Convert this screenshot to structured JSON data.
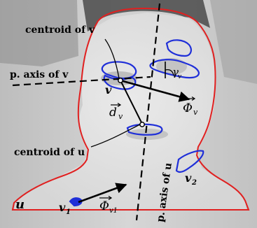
{
  "labels": {
    "centroid_v": "centroid of v",
    "centroid_u": "centroid of u",
    "p_axis_v": "p. axis of v",
    "p_axis_u": "p. axis of u",
    "u": "u",
    "v": "v",
    "v1": "v",
    "v1_sub": "1",
    "v2": "v",
    "v2_sub": "2",
    "d_v": "d",
    "d_v_sub": "v",
    "phi_v": "Φ",
    "phi_v_sub": "v",
    "phi_v1": "Φ",
    "phi_v1_sub": "v1",
    "gamma_v": "γ",
    "gamma_v_sub": "v"
  },
  "colors": {
    "outline_u": "#e02020",
    "regions_blue": "#1f2fd8",
    "axes": "#000000",
    "photo_bg": "#cfcfcf",
    "photo_dark": "#3a3a3a"
  },
  "icons": {
    "head_photo": "grayscale-portrait",
    "centroid_markers": "circle-dot"
  }
}
